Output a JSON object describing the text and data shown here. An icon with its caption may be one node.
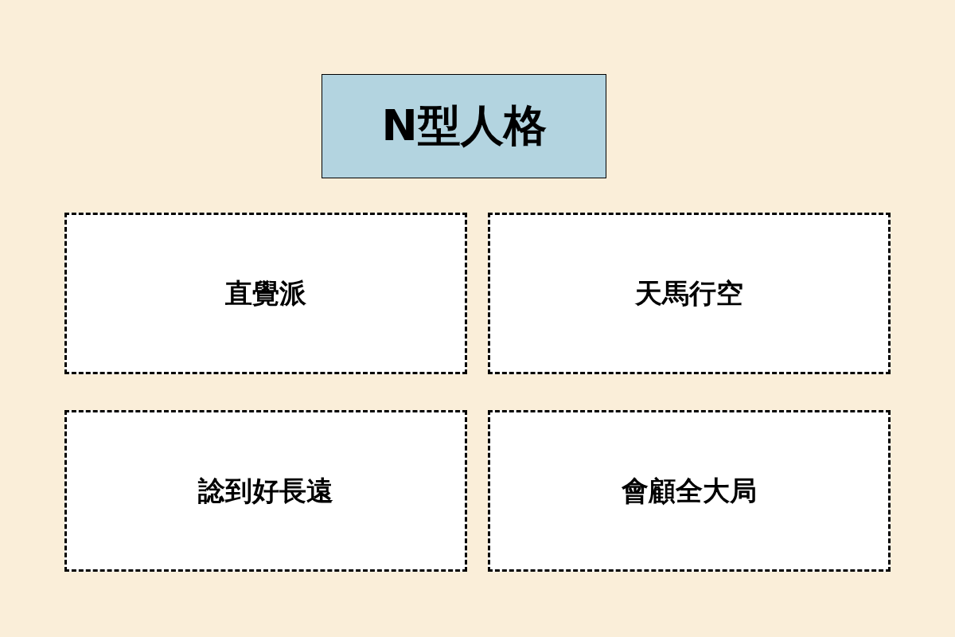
{
  "diagram": {
    "nodes": [
      {
        "text": [
          "N型人格"
        ]
      },
      {
        "text": [
          "直覺派"
        ]
      },
      {
        "text": [
          "天馬行空"
        ]
      },
      {
        "text": [
          "諗到好長遠"
        ]
      },
      {
        "text": [
          "會顧全大局"
        ]
      }
    ]
  }
}
